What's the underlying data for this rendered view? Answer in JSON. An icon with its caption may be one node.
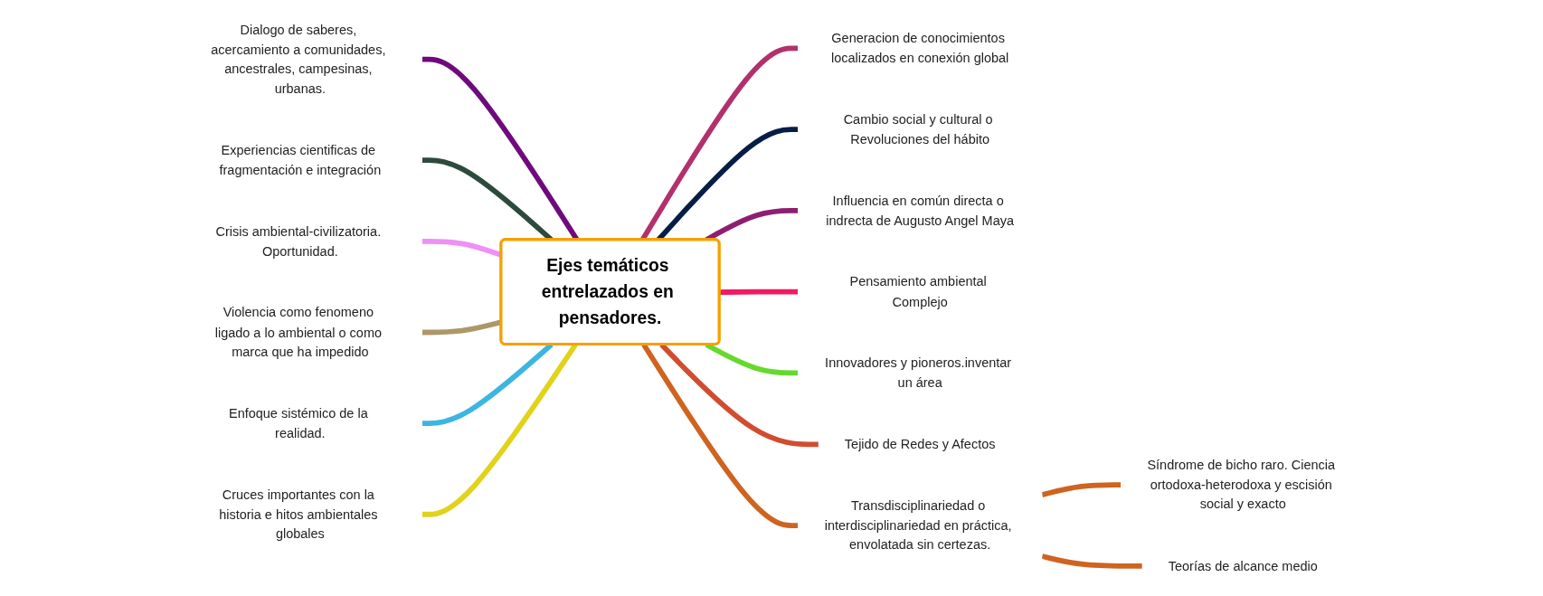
{
  "diagram": {
    "nodes": [
      {
        "text": [
          "Ejes temáticos entrelazados en pensadores."
        ]
      },
      {
        "text": [
          "Dialogo de saberes, acercamiento a comunidades, ancestrales, campesinas, urbanas."
        ]
      },
      {
        "text": [
          "Experiencias cientificas de fragmentación e integración"
        ]
      },
      {
        "text": [
          "Crisis ambiental-civilizatoria. Oportunidad."
        ]
      },
      {
        "text": [
          "Violencia como fenomeno ligado a lo ambiental o como marca que ha impedido"
        ]
      },
      {
        "text": [
          "Enfoque sistémico de la realidad."
        ]
      },
      {
        "text": [
          "Cruces importantes con la historia e hitos ambientales globales"
        ]
      },
      {
        "text": [
          "Generacion de conocimientos localizados en conexión global"
        ]
      },
      {
        "text": [
          "Cambio social y cultural o Revoluciones del hábito"
        ]
      },
      {
        "text": [
          "Influencia en común directa o indrecta de Augusto Angel Maya"
        ]
      },
      {
        "text": [
          "Pensamiento ambiental Complejo"
        ]
      },
      {
        "text": [
          "Innovadores y pioneros.inventar un área"
        ]
      },
      {
        "text": [
          "Tejido de Redes y Afectos"
        ]
      },
      {
        "text": [
          "Transdisciplinariedad o interdisciplinariedad en práctica, envolatada sin certezas."
        ]
      },
      {
        "text": [
          "Síndrome de bicho raro. Ciencia ortodoxa-heterodoxa y escisión social y exacto"
        ]
      },
      {
        "text": [
          "Teorías de alcance medio"
        ]
      }
    ],
    "edges": [
      {
        "from": 0,
        "to": 1,
        "arrow": "none",
        "color": "#6f0a7d"
      },
      {
        "from": 0,
        "to": 2,
        "arrow": "none",
        "color": "#2e4a3c"
      },
      {
        "from": 0,
        "to": 3,
        "arrow": "none",
        "color": "#ee90f5"
      },
      {
        "from": 0,
        "to": 4,
        "arrow": "none",
        "color": "#ad9768"
      },
      {
        "from": 0,
        "to": 5,
        "arrow": "none",
        "color": "#3db5e2"
      },
      {
        "from": 0,
        "to": 6,
        "arrow": "none",
        "color": "#e2d21a"
      },
      {
        "from": 0,
        "to": 7,
        "arrow": "none",
        "color": "#b2316c"
      },
      {
        "from": 0,
        "to": 8,
        "arrow": "none",
        "color": "#061e46"
      },
      {
        "from": 0,
        "to": 9,
        "arrow": "none",
        "color": "#8e1e72"
      },
      {
        "from": 0,
        "to": 10,
        "arrow": "none",
        "color": "#f01a64"
      },
      {
        "from": 0,
        "to": 11,
        "arrow": "none",
        "color": "#66d92c"
      },
      {
        "from": 0,
        "to": 12,
        "arrow": "none",
        "color": "#d14d30"
      },
      {
        "from": 0,
        "to": 13,
        "arrow": "none",
        "color": "#cf6320"
      },
      {
        "from": 13,
        "to": 14,
        "arrow": "none",
        "color": "#cf6320"
      },
      {
        "from": 13,
        "to": 15,
        "arrow": "none",
        "color": "#cf6320"
      }
    ]
  }
}
